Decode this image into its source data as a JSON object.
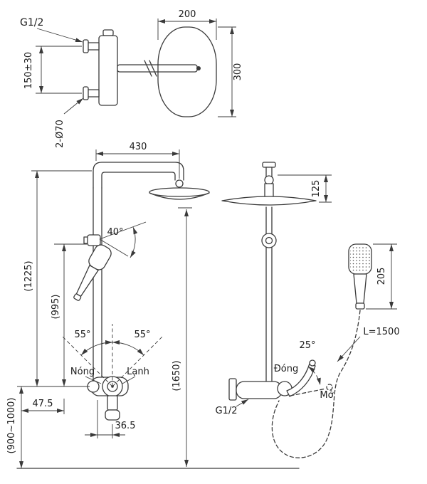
{
  "diagram": {
    "type": "technical-dimension-drawing",
    "subject": "rain-shower-column-installation",
    "colors": {
      "line": "#3a3a3a",
      "text": "#1b1b1b",
      "background": "#ffffff"
    },
    "labels": {
      "inlet_thread": "G1/2",
      "valve_center_height": "150±30",
      "escutcheons": "2-Ø70",
      "head_width": "200",
      "head_length": "300",
      "arm_reach": "430",
      "head_offset": "125",
      "holder_swivel_angle": "40°",
      "riser_height": "(1225)",
      "slidebar_height": "(995)",
      "handle_swing_left": "55°",
      "handle_swing_right": "55°",
      "hot_label": "Nóng",
      "cold_label": "Lạnh",
      "overall_height": "(1650)",
      "wall_offset": "47.5",
      "outlet_offset": "36.5",
      "install_height": "(900~1000)",
      "handshower_length": "205",
      "hose_length": "L=1500",
      "lever_open_angle": "25°",
      "close_label": "Đóng",
      "open_label": "Mở",
      "outlet_thread": "G1/2"
    }
  }
}
